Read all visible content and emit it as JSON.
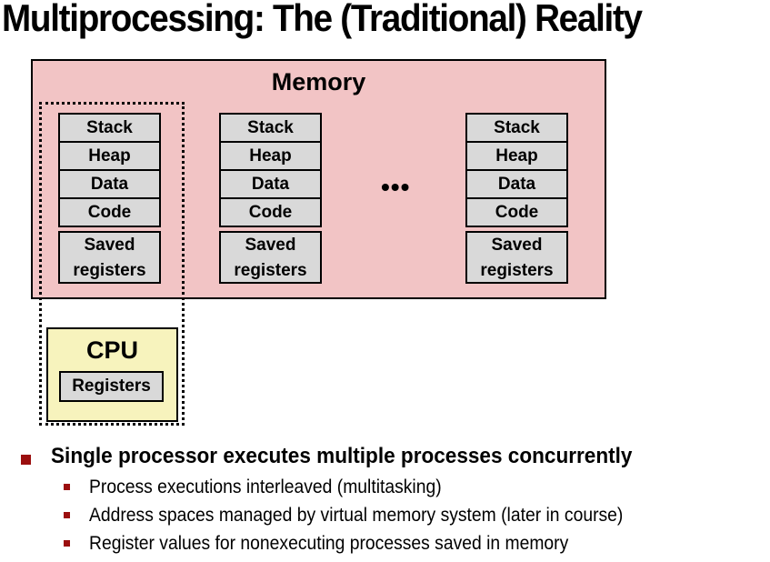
{
  "title": "Multiprocessing: The (Traditional) Reality",
  "memory": {
    "label": "Memory",
    "processes": [
      {
        "segments": [
          "Stack",
          "Heap",
          "Data",
          "Code"
        ],
        "saved": [
          "Saved",
          "registers"
        ]
      },
      {
        "segments": [
          "Stack",
          "Heap",
          "Data",
          "Code"
        ],
        "saved": [
          "Saved",
          "registers"
        ]
      },
      {
        "segments": [
          "Stack",
          "Heap",
          "Data",
          "Code"
        ],
        "saved": [
          "Saved",
          "registers"
        ]
      }
    ],
    "ellipsis": "•••"
  },
  "cpu": {
    "label": "CPU",
    "registers": "Registers"
  },
  "bullets": {
    "main": "Single processor executes multiple processes concurrently",
    "sub": [
      "Process executions interleaved (multitasking)",
      "Address spaces managed by virtual memory system (later in course)",
      "Register values for nonexecuting processes saved in memory"
    ]
  },
  "colors": {
    "memory_bg": "#f2c4c5",
    "cpu_bg": "#f7f3bd",
    "segment_bg": "#d9d9d9",
    "bullet": "#9b0e0e"
  }
}
